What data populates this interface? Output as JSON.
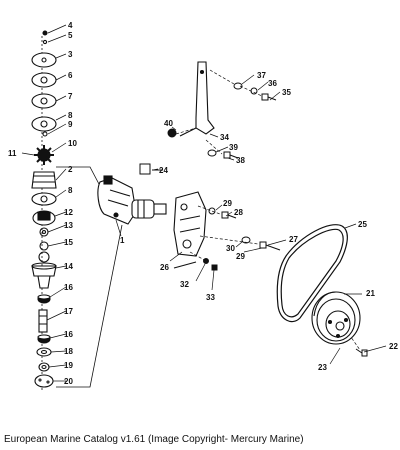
{
  "caption": "European Marine Catalog v1.61 (Image Copyright- Mercury Marine)",
  "callouts": {
    "c1": "1",
    "c2": "2",
    "c3": "3",
    "c4": "4",
    "c5": "5",
    "c6": "6",
    "c7": "7",
    "c8a": "8",
    "c8b": "8",
    "c9": "9",
    "c10": "10",
    "c11": "11",
    "c12": "12",
    "c13": "13",
    "c14": "14",
    "c15": "15",
    "c16a": "16",
    "c16b": "16",
    "c17": "17",
    "c18": "18",
    "c19": "19",
    "c20": "20",
    "c21": "21",
    "c22": "22",
    "c23": "23",
    "c24": "24",
    "c25": "25",
    "c26": "26",
    "c27": "27",
    "c28": "28",
    "c29a": "29",
    "c29b": "29",
    "c30": "30",
    "c32": "32",
    "c33": "33",
    "c34": "34",
    "c35": "35",
    "c36": "36",
    "c37": "37",
    "c38": "38",
    "c39": "39",
    "c40": "40"
  }
}
